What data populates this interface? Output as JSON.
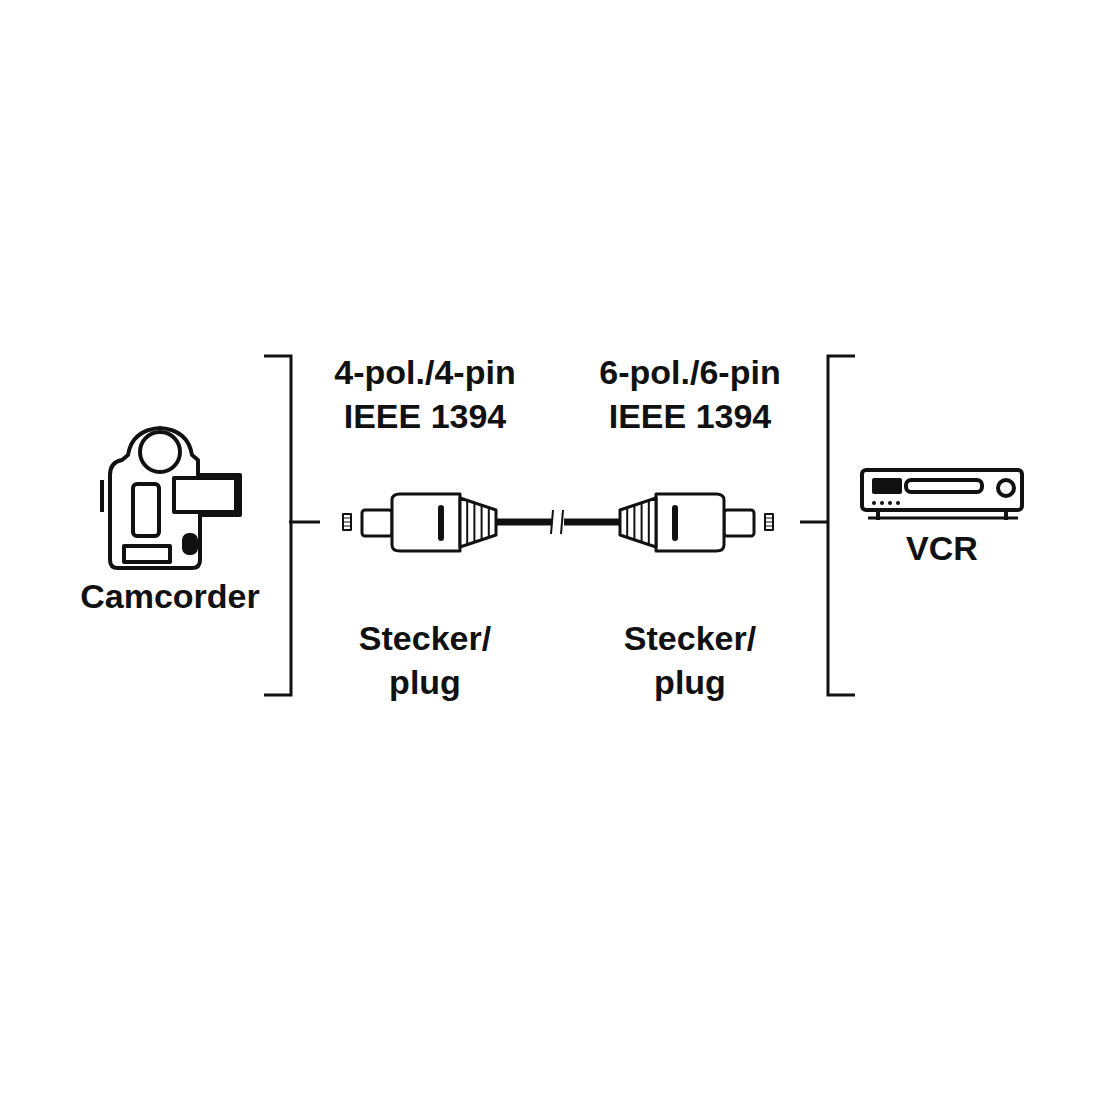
{
  "diagram": {
    "labels": [
      "Camcorder",
      "4-pol./4-pin IEEE 1394",
      "6-pol./6-pin IEEE 1394",
      "Stecker/ plug",
      "Stecker/ plug",
      "VCR"
    ]
  }
}
